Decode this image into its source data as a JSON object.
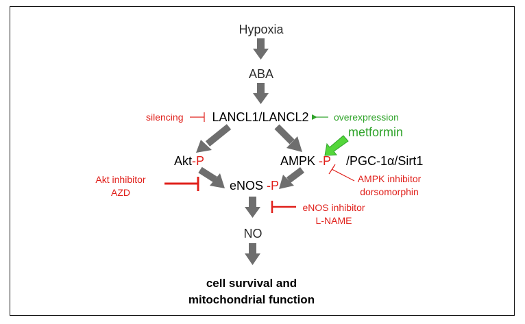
{
  "nodes": {
    "hypoxia": "Hypoxia",
    "aba": "ABA",
    "lancl": "LANCL1/LANCL2",
    "akt": "Akt",
    "akt_p": "-P",
    "ampk": "AMPK",
    "ampk_p": "-P",
    "pgc": "/PGC-1α/Sirt1",
    "enos": "eNOS",
    "enos_p": "-P",
    "no": "NO",
    "outcome_line1": "cell survival and",
    "outcome_line2": "mitochondrial function"
  },
  "modulators": {
    "silencing": "silencing",
    "overexpression": "overexpression",
    "metformin": "metformin",
    "akt_inhibitor_line1": "Akt inhibitor",
    "akt_inhibitor_line2": "AZD",
    "ampk_inhibitor_line1": "AMPK inhibitor",
    "ampk_inhibitor_line2": "dorsomorphin",
    "enos_inhibitor_line1": "eNOS inhibitor",
    "enos_inhibitor_line2": "L-NAME"
  },
  "colors": {
    "arrow_gray": "#6e6e6e",
    "inhibit_red": "#e0201b",
    "activate_green": "#2fa32a",
    "metformin_green": "#54d63a"
  }
}
